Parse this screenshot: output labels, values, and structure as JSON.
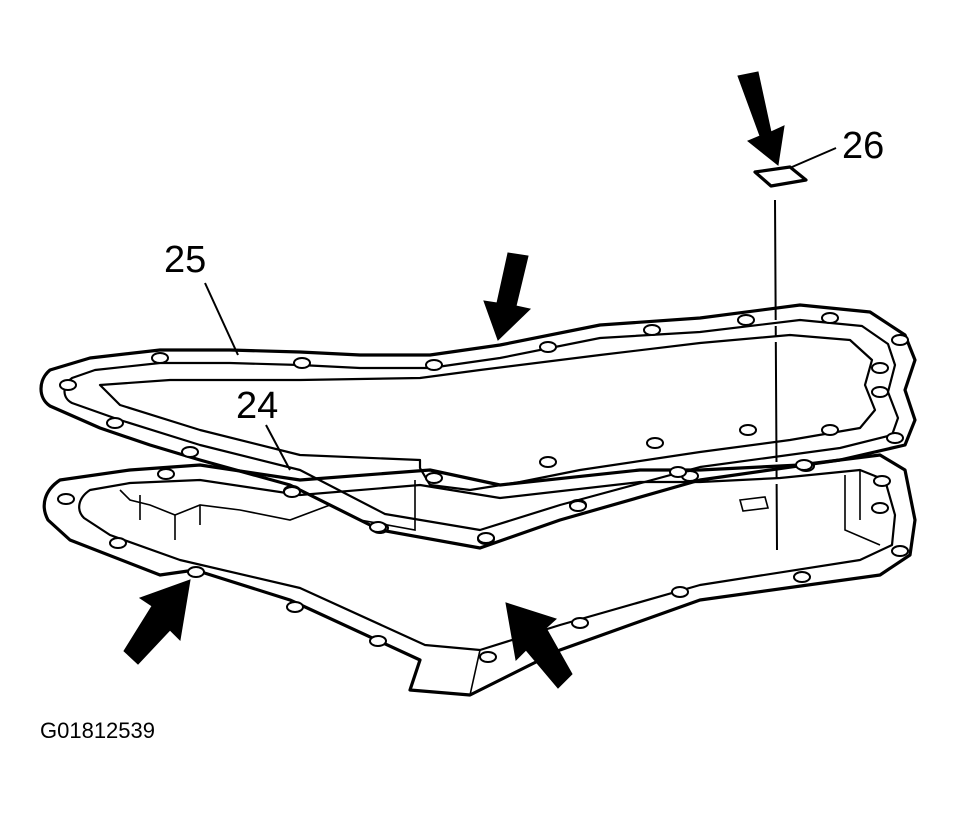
{
  "callouts": {
    "gasket": "25",
    "pan": "24",
    "seal": "26"
  },
  "figure_id": "G01812539",
  "colors": {
    "line": "#000000",
    "background": "#ffffff"
  },
  "icons": [
    "down-arrow-icon",
    "down-arrow-icon",
    "up-right-arrow-icon",
    "up-left-arrow-icon"
  ]
}
